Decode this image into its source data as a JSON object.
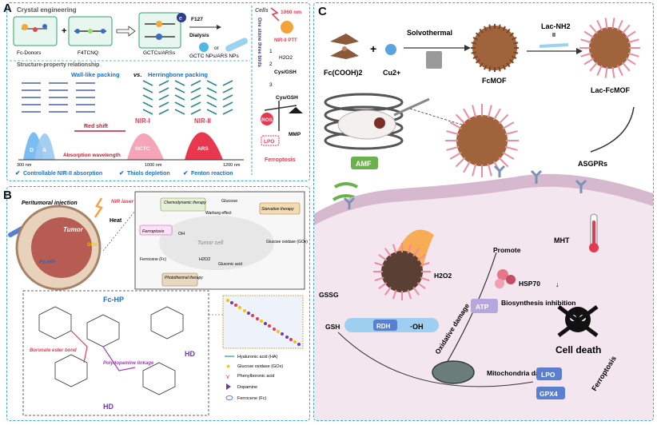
{
  "panels": {
    "A": {
      "letter": "A",
      "crystal_engineering": "Crystal engineering",
      "fc_donors": "Fc-Donors",
      "f4tcnq": "F4TCNQ",
      "f127": "F127",
      "dialysis": "Dialysis",
      "gctcs_arss": "GCTCs/ARSs",
      "gctc_nps": "GCTC NPs/ARS NPs",
      "or": "or",
      "cells": "Cells",
      "nm1060": "1060 nm",
      "nir_ptt": "NIR-II PTT",
      "one_stone": "One stone three birds",
      "h2o2": "H2O2",
      "cys_gsh_1": "Cys/GSH",
      "cys_gsh_2": "Cys/GSH",
      "ros": "ROS",
      "lpo": "LPO",
      "mmp": "MMP",
      "ferroptosis": "Ferroptosis",
      "structure_property": "Structure-property relationship",
      "wall_like": "Wall-like packing",
      "vs": "vs.",
      "herringbone": "Herringbone packing",
      "red_shift": "Red shift",
      "absorption_wavelength": "Absorption wavelength",
      "nir_i": "NIR-I",
      "nir_ii": "NIR-II",
      "d": "D",
      "a": "A",
      "gctc": "GCTC",
      "ars": "ARS",
      "tick_300": "300 nm",
      "tick_1000": "1000 nm",
      "tick_1200": "1200 nm",
      "check_1": "Controllable NIR-II absorption",
      "check_2": "Thiols depletion",
      "check_3": "Fenton reaction",
      "e": "e",
      "step1": "1",
      "step2": "2",
      "step3": "3"
    },
    "B": {
      "letter": "B",
      "peritumoral": "Peritumoral injection",
      "nir_laser": "NIR laser",
      "heat": "Heat",
      "tumor": "Tumor",
      "fc_hp": "Fc-HP",
      "gox": "GOx",
      "chemodynamic": "Chemodynamic therapy",
      "starvation": "Starvation therapy",
      "glucose": "Glucose",
      "warburg": "Warburg effect",
      "ferroptosis": "Ferroptosis",
      "tumor_cell": "Tumor cell",
      "oh": "OH",
      "h2o2": "H2O2",
      "gluconic": "Gluconic acid",
      "ferrocene": "Ferrocene (Fc)",
      "glucose_oxidase": "Glucose oxidase (GOx)",
      "photothermal": "Photothermal therapy",
      "fc_hp_title": "Fc-HP",
      "boronate": "Boronate ester bond",
      "polydopamine": "Polydopamine linkage",
      "hd1": "HD",
      "hd2": "HD",
      "legend": [
        "Hyaluronic acid (HA)",
        "Glucose oxidase (GOx)",
        "Phenylboronic acid",
        "Dopamine",
        "Ferrocene (Fc)"
      ]
    },
    "C": {
      "letter": "C",
      "fc_cooh": "Fc(COOH)2",
      "cu": "Cu2+",
      "solvothermal": "Solvothermal",
      "fcmof": "FcMOF",
      "lac_nh2": "Lac-NH2",
      "lac_fcmof": "Lac-FcMOF",
      "amf": "AMF",
      "asgprs": "ASGPRs",
      "promote": "Promote",
      "mht": "MHT",
      "gssg": "GSSG",
      "h2o2": "H2O2",
      "hsp70": "HSP70",
      "biosynthesis": "Biosynthesis inhibition",
      "gsh": "GSH",
      "rdh": "RDH",
      "oh": "·OH",
      "atp": "ATP",
      "oxidative": "Oxidative damage",
      "cell_death": "Cell death",
      "mito_damage": "Mitochondria damage",
      "lpo": "LPO",
      "gpx4": "GPX4",
      "ferroptosis": "Ferroptosis"
    }
  },
  "colors": {
    "panel_border": "#39a7d9",
    "nir_red": "#e8384f",
    "check_blue": "#1a6fc9",
    "cell_membrane": "#d7b9cf",
    "cell_interior": "#f3e6ee",
    "amf_green": "#6ab04c"
  }
}
